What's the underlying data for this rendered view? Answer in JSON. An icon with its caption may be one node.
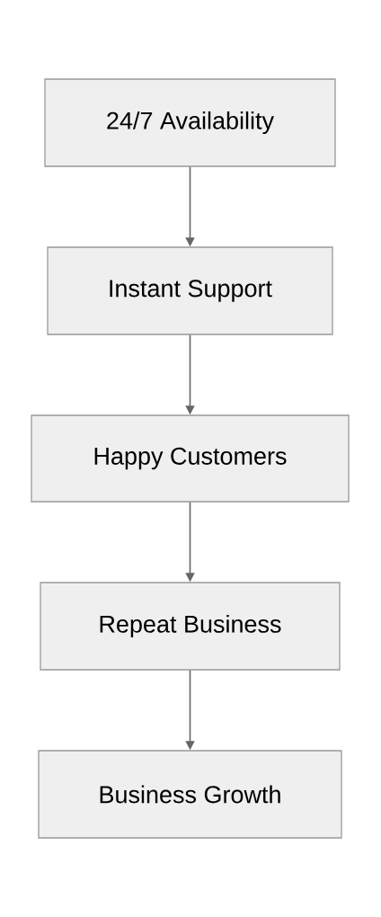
{
  "diagram": {
    "nodes": [
      {
        "text": [
          "24/7 Availability"
        ]
      },
      {
        "text": [
          "Instant Support"
        ]
      },
      {
        "text": [
          "Happy Customers"
        ]
      },
      {
        "text": [
          "Repeat Business"
        ]
      },
      {
        "text": [
          "Business Growth"
        ]
      }
    ],
    "edges": [
      {
        "from": 0,
        "to": 1,
        "arrow": "to"
      },
      {
        "from": 1,
        "to": 2,
        "arrow": "to"
      },
      {
        "from": 2,
        "to": 3,
        "arrow": "to"
      },
      {
        "from": 3,
        "to": 4,
        "arrow": "to"
      }
    ]
  }
}
